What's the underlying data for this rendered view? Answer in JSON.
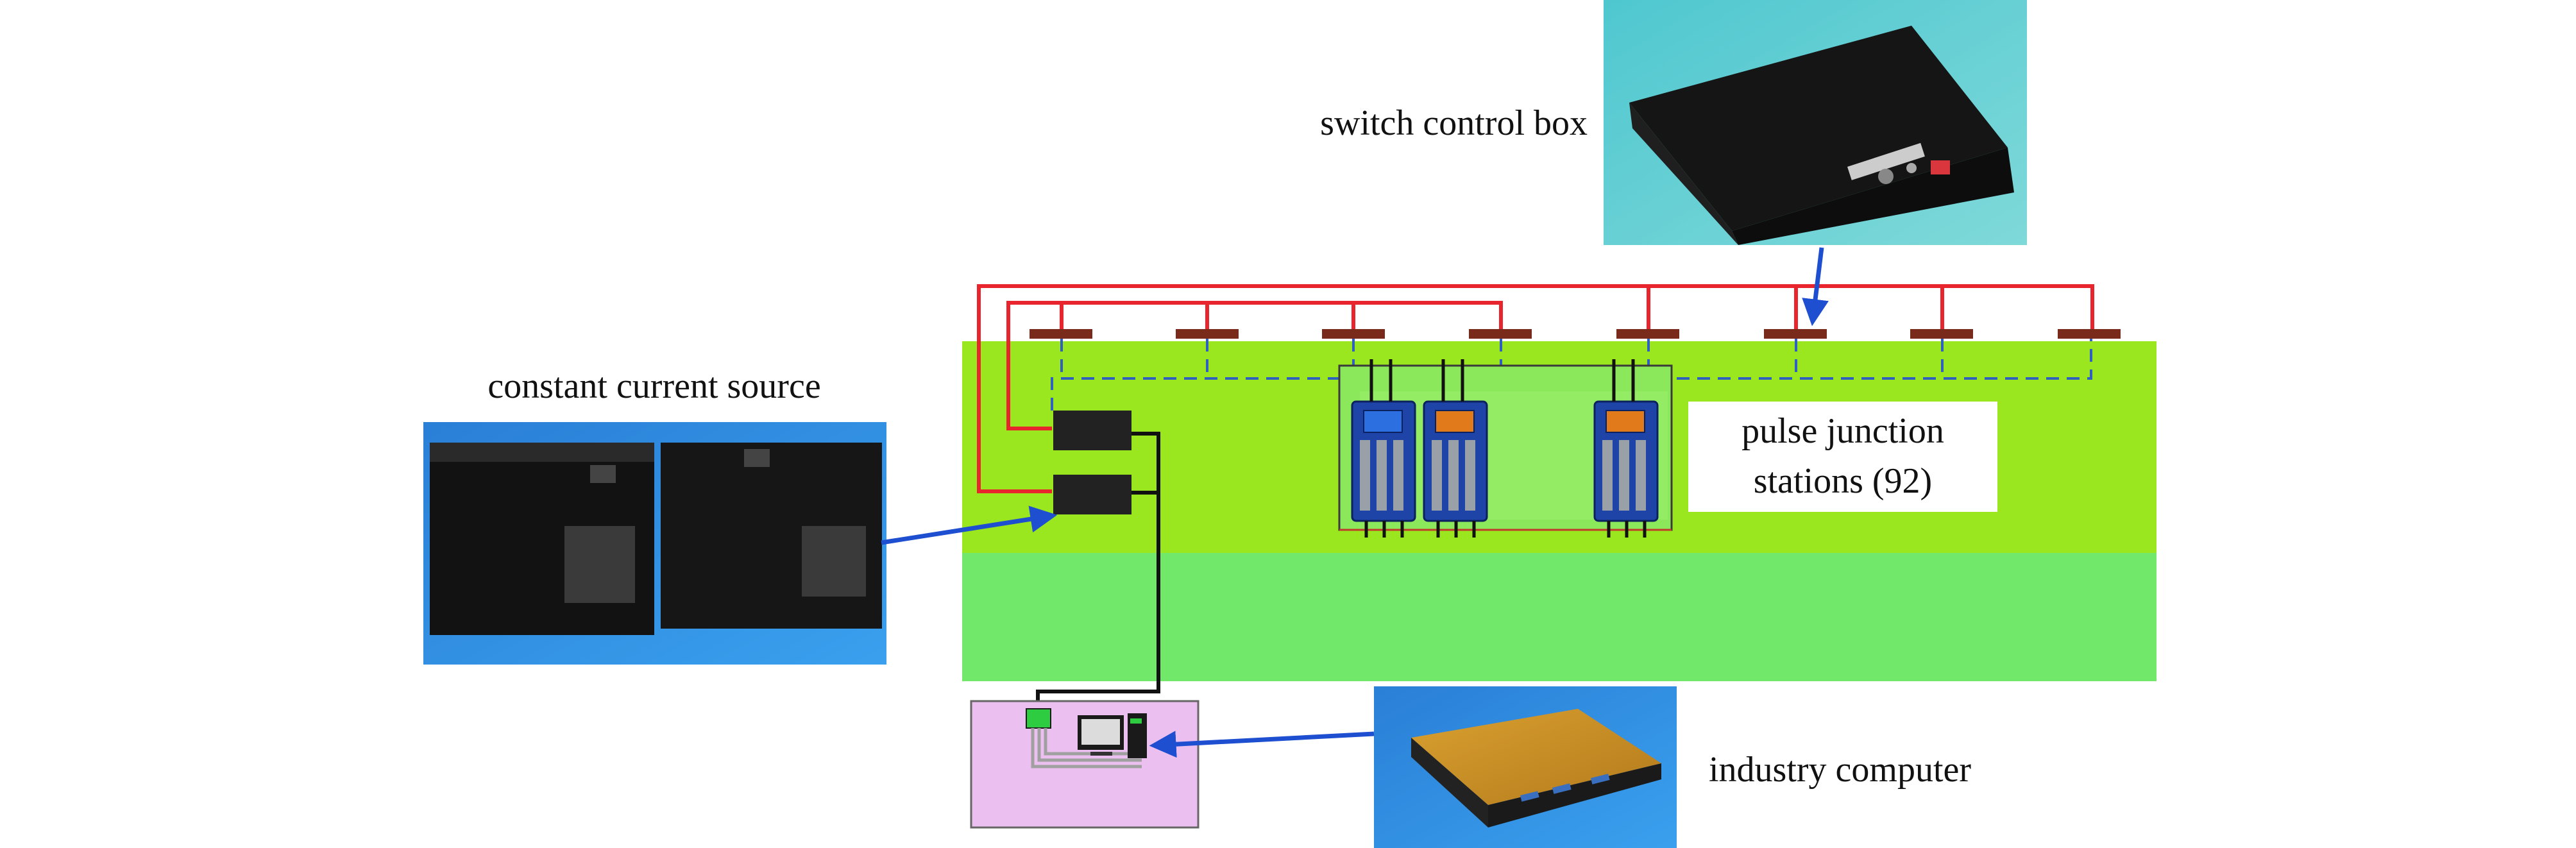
{
  "labels": {
    "switch_control_box": "switch control box",
    "constant_current_source": "constant current source",
    "pulse_junction_line1": "pulse junction",
    "pulse_junction_line2": "stations (92)",
    "industry_computer": "industry computer"
  },
  "colors": {
    "field_upper": "#9AE61F",
    "field_lower": "#72E86A",
    "power_wire": "#E8242C",
    "signal_dashed": "#2F5FBF",
    "arrow": "#1E4FD0",
    "terminal": "#7A2A1A",
    "module_body": "#1E44A8",
    "computer_panel": "#EBC0F0"
  },
  "photos": {
    "switch_control_box": "rack-mounted black control box photo",
    "constant_current_source": "two black cabinet power supplies photo",
    "industry_computer": "gold-lidded industrial PC photo"
  }
}
